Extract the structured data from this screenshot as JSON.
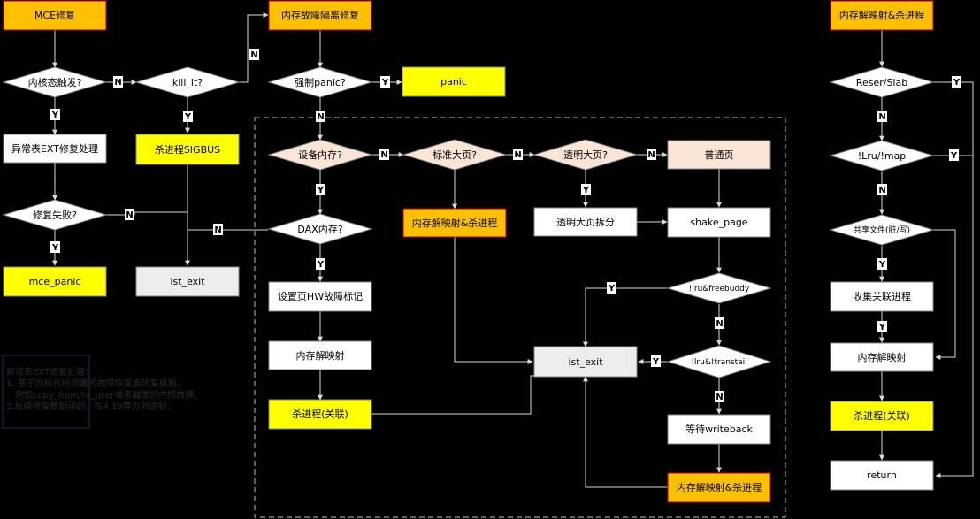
{
  "colors": {
    "background": "#000000",
    "orange": "#FFC000",
    "yellow": "#FFFF00",
    "white": "#FFFFFF",
    "peach": "#FBE5D6",
    "gray": "#EDEDED",
    "line": "#D9D9D9"
  },
  "yes": "Y",
  "no": "N",
  "nodes": {
    "mce_repair": "MCE修复",
    "kernel_trigger": "内核态触发?",
    "kill_it": "kill_it?",
    "ext_repair": "异常表EXT修复处理",
    "kill_sigbus": "杀进程SIGBUS",
    "repair_failed": "修复失败?",
    "mce_panic": "mce_panic",
    "ist_exit_left": "ist_exit",
    "mem_isolation": "内存故障隔离修复",
    "force_panic": "强制panic?",
    "panic": "panic",
    "device_mem": "设备内存?",
    "std_hugepage": "标准大页?",
    "thp": "透明大页?",
    "normal_page": "普通页",
    "dax_mem": "DAX内存?",
    "unmap_kill_mid": "内存解映射&杀进程",
    "thp_split": "透明大页拆分",
    "shake_page": "shake_page",
    "set_hw_flag": "设置页HW故障标记",
    "lru_freebuddy": "!lru&freebuddy",
    "mem_unmap": "内存解映射",
    "ist_exit_center": "ist_exit",
    "lru_transtail": "!lru&!transtail",
    "kill_related_mid": "杀进程(关联)",
    "wait_writeback": "等待writeback",
    "unmap_kill_bottom": "内存解映射&杀进程",
    "unmap_kill_right": "内存解映射&杀进程",
    "reser_slab": "Reser/Slab",
    "lru_map": "!Lru/!map",
    "shared_file": "共享文件(脏/写)",
    "collect_procs": "收集关联进程",
    "mem_unmap_right": "内存解映射",
    "kill_related_right": "杀进程(关联)",
    "return": "return"
  },
  "note": {
    "line1": "异常表EXT修复处理：",
    "line2": "1. 基于内核代码预置的故障恢复表修复机制。",
    "line3": "例如copy_from/to_user或者触发的内核故障,",
    "line4": "2.后续修复数据读的，在4.19算力到进程。"
  }
}
